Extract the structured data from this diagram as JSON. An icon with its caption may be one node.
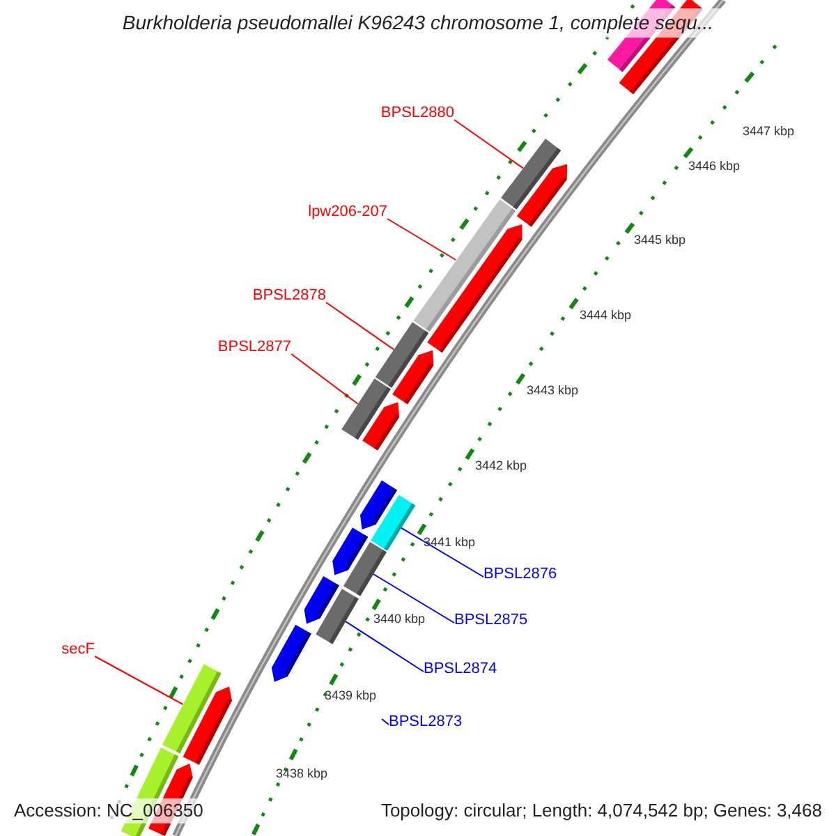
{
  "diagram": {
    "title": "Burkholderia pseudomallei K96243 chromosome 1, complete sequ...",
    "nodes": [
      {
        "text": [
          "BPSL2880"
        ]
      },
      {
        "text": [
          "lpw206-207"
        ]
      },
      {
        "text": [
          "BPSL2878"
        ]
      },
      {
        "text": [
          "BPSL2877"
        ]
      },
      {
        "text": [
          "BPSL2876"
        ]
      },
      {
        "text": [
          "BPSL2875"
        ]
      },
      {
        "text": [
          "BPSL2874"
        ]
      },
      {
        "text": [
          "BPSL2873"
        ]
      },
      {
        "text": [
          "secF"
        ]
      },
      {
        "text": [],
        "shape": "bar"
      },
      {
        "text": [],
        "shape": "bar"
      },
      {
        "text": [],
        "shape": "bar"
      },
      {
        "text": [],
        "shape": "bar"
      },
      {
        "text": [],
        "shape": "bar"
      },
      {
        "text": [],
        "shape": "bar"
      },
      {
        "text": [],
        "shape": "bar"
      },
      {
        "text": [],
        "shape": "bar"
      },
      {
        "text": [],
        "shape": "bar"
      },
      {
        "text": [],
        "shape": "bar"
      },
      {
        "text": [],
        "shape": "arrow"
      },
      {
        "text": [],
        "shape": "arrow"
      },
      {
        "text": [],
        "shape": "arrow"
      },
      {
        "text": [],
        "shape": "arrow"
      },
      {
        "text": [],
        "shape": "arrow"
      },
      {
        "text": [],
        "shape": "arrow"
      },
      {
        "text": [],
        "shape": "arrow"
      },
      {
        "text": [],
        "shape": "arrow"
      },
      {
        "text": [],
        "shape": "arrow"
      },
      {
        "text": [],
        "shape": "bar"
      },
      {
        "text": [],
        "shape": "arrow"
      }
    ],
    "edges": [
      {
        "from": 0,
        "to": 9,
        "arrow": "none"
      },
      {
        "from": 1,
        "to": 10,
        "arrow": "none"
      },
      {
        "from": 2,
        "to": 11,
        "arrow": "none"
      },
      {
        "from": 3,
        "to": 12,
        "arrow": "none"
      },
      {
        "from": 4,
        "to": 13,
        "arrow": "none",
        "color": "#0000ff"
      },
      {
        "from": 5,
        "to": 14,
        "arrow": "none",
        "color": "#0000ff"
      },
      {
        "from": 6,
        "to": 15,
        "arrow": "none",
        "color": "#0000ff"
      },
      {
        "from": 7,
        "to": null,
        "arrow": "none",
        "color": "#0000ff"
      },
      {
        "from": 8,
        "to": 16,
        "arrow": "none"
      }
    ],
    "labels": [
      "3447 kbp",
      "3446 kbp",
      "3445 kbp",
      "3444 kbp",
      "3443 kbp",
      "3442 kbp",
      "3441 kbp",
      "3440 kbp",
      "3439 kbp",
      "3438 kbp",
      "Accession: NC_006350",
      "Topology: circular; Length: 4,074,542 bp; Genes: 3,468"
    ]
  }
}
